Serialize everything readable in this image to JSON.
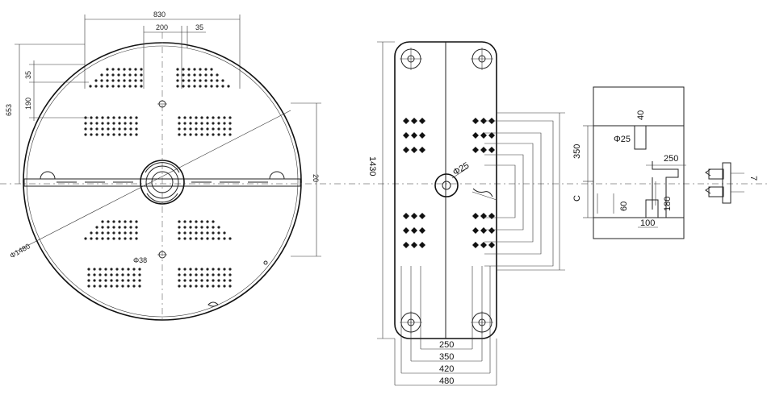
{
  "disk": {
    "dims": {
      "width_830": "830",
      "width_200": "200",
      "width_35": "35",
      "h_653": "653",
      "h_35": "35",
      "h_190": "190",
      "dia_1480": "Φ1480",
      "hole_38": "Φ38",
      "right_20": "20"
    }
  },
  "plate": {
    "dims": {
      "height_1430": "1430",
      "hole_25": "Φ25",
      "w_250": "250",
      "w_350": "350",
      "w_420": "420",
      "w_480": "480"
    }
  },
  "section": {
    "dims": {
      "d40": "40",
      "d25": "Φ25",
      "d350": "350",
      "d250": "250",
      "d60": "60",
      "d100": "100",
      "d180": "180",
      "d7": "7",
      "dC": "C"
    }
  },
  "colors": {
    "line": "#222222",
    "background": "#ffffff"
  }
}
